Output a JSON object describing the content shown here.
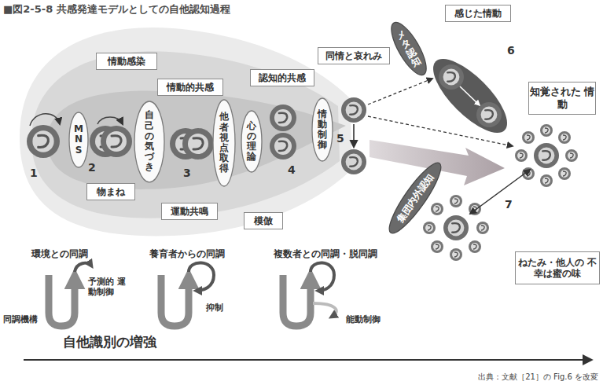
{
  "diagram": {
    "title": "■図2-5-8 共感発達モデルとしての自他認知過程",
    "caption": "出典：文献［21］の Fig.6 を改変",
    "nodes": [
      {
        "text": [
          "情動感染"
        ]
      },
      {
        "text": [
          "物まね"
        ]
      },
      {
        "text": [
          "MNS"
        ]
      },
      {
        "text": [
          "自己の気づき"
        ]
      },
      {
        "text": [
          "情動的共感"
        ]
      },
      {
        "text": [
          "運動共鳴"
        ]
      },
      {
        "text": [
          "他者視点取得"
        ]
      },
      {
        "text": [
          "心の理論"
        ]
      },
      {
        "text": [
          "認知的共感"
        ]
      },
      {
        "text": [
          "模倣"
        ]
      },
      {
        "text": [
          "情動制御"
        ]
      },
      {
        "text": [
          "同情と哀れみ"
        ]
      },
      {
        "text": [
          "メタ認知"
        ]
      },
      {
        "text": [
          "感じた情動"
        ]
      },
      {
        "text": [
          "知覚された 情動"
        ]
      },
      {
        "text": [
          "集団内外認知"
        ]
      },
      {
        "text": [
          "ねたみ・他人の 不幸は蜜の味"
        ]
      }
    ],
    "labels": [
      "1",
      "2",
      "3",
      "4",
      "5",
      "6",
      "7",
      "環境との同調",
      "養育者からの同調",
      "複数者との同調・脱同調",
      "予測的 運動制御",
      "同調機構",
      "抑制",
      "能動制御",
      "自他識別の増強"
    ]
  }
}
